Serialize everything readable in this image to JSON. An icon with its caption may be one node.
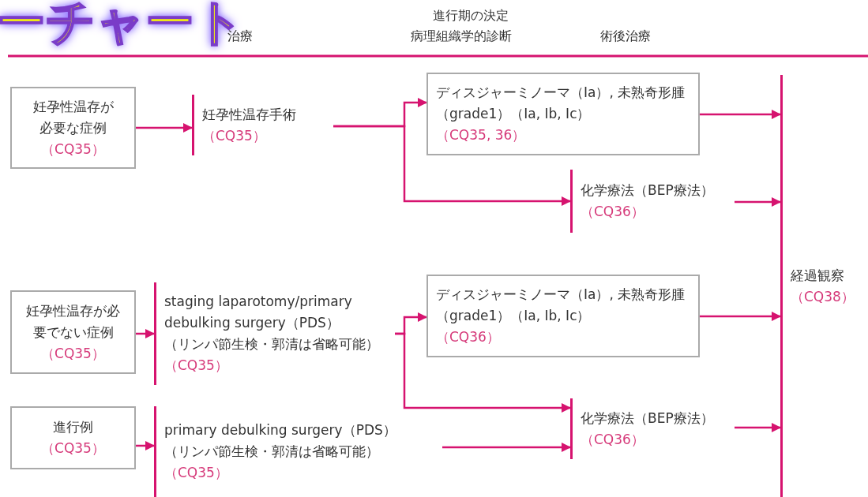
{
  "diagram": {
    "title": "ーチャート",
    "nodes": [
      {
        "text": [
          "妊孕性温存が必要な症例",
          "（CQ35）"
        ]
      },
      {
        "text": [
          "妊孕性温存手術",
          "（CQ35）"
        ]
      },
      {
        "text": [
          "ディスジャーミノーマ（Ⅰa）, 未熟奇形腫（grade1）（Ⅰa, Ⅰb, Ⅰc）",
          "（CQ35, 36）"
        ]
      },
      {
        "text": [
          "化学療法（BEP療法）",
          "（CQ36）"
        ]
      },
      {
        "text": [
          "妊孕性温存が必要でない症例",
          "（CQ35）"
        ]
      },
      {
        "text": [
          "staging laparotomy/primary debulking surgery（PDS）",
          "（リンパ節生検・郭清は省略可能）",
          "（CQ35）"
        ]
      },
      {
        "text": [
          "ディスジャーミノーマ（Ⅰa）, 未熟奇形腫（grade1）（Ⅰa, Ⅰb, Ⅰc）",
          "（CQ36）"
        ]
      },
      {
        "text": [
          "化学療法（BEP療法）",
          "（CQ36）"
        ]
      },
      {
        "text": [
          "進行例",
          "（CQ35）"
        ]
      },
      {
        "text": [
          "primary debulking surgery（PDS）",
          "（リンパ節生検・郭清は省略可能）",
          "（CQ35）"
        ]
      },
      {
        "text": [
          "経過観察",
          "（CQ38）"
        ]
      }
    ],
    "edges": [
      {
        "from": 0,
        "to": 1,
        "arrow": "to"
      },
      {
        "from": 1,
        "to": 2,
        "arrow": "to"
      },
      {
        "from": 1,
        "to": 3,
        "arrow": "to"
      },
      {
        "from": 2,
        "to": 10,
        "arrow": "to"
      },
      {
        "from": 3,
        "to": 10,
        "arrow": "to"
      },
      {
        "from": 4,
        "to": 5,
        "arrow": "to"
      },
      {
        "from": 5,
        "to": 6,
        "arrow": "to"
      },
      {
        "from": 5,
        "to": 7,
        "arrow": "to"
      },
      {
        "from": 6,
        "to": 10,
        "arrow": "to"
      },
      {
        "from": 7,
        "to": 10,
        "arrow": "to"
      },
      {
        "from": 8,
        "to": 9,
        "arrow": "to"
      },
      {
        "from": 9,
        "to": 7,
        "arrow": "to"
      }
    ],
    "labels": [
      "進行期の決定",
      "治療",
      "病理組織学的診断",
      "術後治療"
    ]
  }
}
